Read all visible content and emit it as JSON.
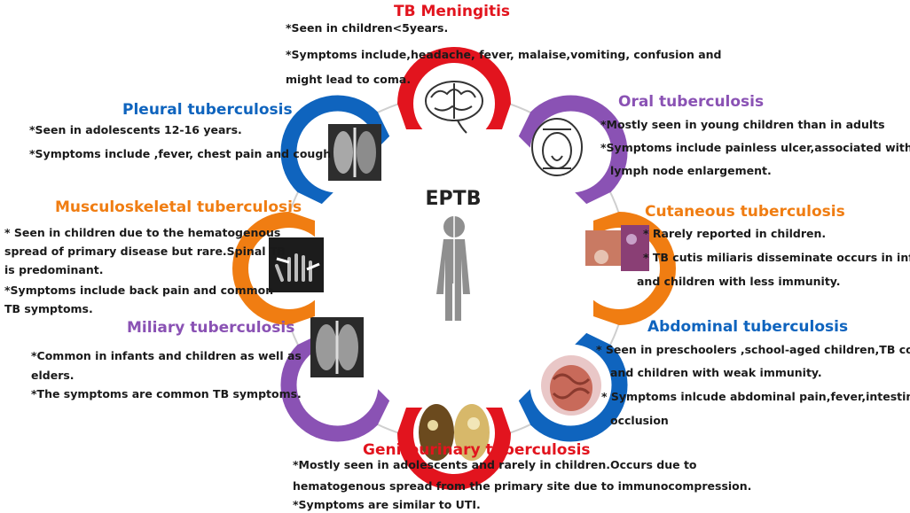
{
  "center": {
    "label": "EPTB"
  },
  "colors": {
    "red": "#e2141e",
    "purple": "#8a52b4",
    "orange": "#f07d12",
    "blue": "#0f64be"
  },
  "sections": {
    "meningitis": {
      "title": "TB Meningitis",
      "lines": [
        "*Seen in children<5years.",
        "*Symptoms include,headache, fever, malaise,vomiting, confusion and",
        "might lead to coma."
      ]
    },
    "oral": {
      "title": "Oral tuberculosis",
      "lines": [
        "*Mostly seen in young children than in adults",
        "*Symptoms include painless ulcer,associated with",
        "lymph node enlargement."
      ]
    },
    "cutaneous": {
      "title": "Cutaneous tuberculosis",
      "lines": [
        "* Rarely reported in children.",
        "* TB cutis miliaris disseminate occurs in infants",
        "and children with less immunity."
      ]
    },
    "abdominal": {
      "title": "Abdominal tuberculosis",
      "lines": [
        "* Seen in preschoolers ,school-aged children,TB contacts",
        "and children with weak immunity.",
        "* Symptoms inlcude abdominal pain,fever,intestinal",
        "occlusion"
      ]
    },
    "genitourinary": {
      "title": "Genitourinary tuberculosis",
      "lines": [
        "*Mostly seen in adolescents and rarely in children.Occurs due to",
        "hematogenous spread from the primary site due to immunocompression.",
        "*Symptoms are similar to UTI."
      ]
    },
    "miliary": {
      "title": "Miliary tuberculosis",
      "lines": [
        "*Common in infants and children as well as",
        "elders.",
        "*The symptoms are common TB symptoms."
      ]
    },
    "musculoskeletal": {
      "title": "Musculoskeletal tuberculosis",
      "lines": [
        "* Seen in children due to the hematogenous",
        "spread of primary    disease but rare.Spinal TB",
        "is predominant.",
        "*Symptoms include back pain and common",
        "TB symptoms."
      ]
    },
    "pleural": {
      "title": "Pleural tuberculosis",
      "lines": [
        "*Seen in adolescents 12-16 years.",
        "*Symptoms include ,fever, chest pain and cough"
      ]
    }
  }
}
